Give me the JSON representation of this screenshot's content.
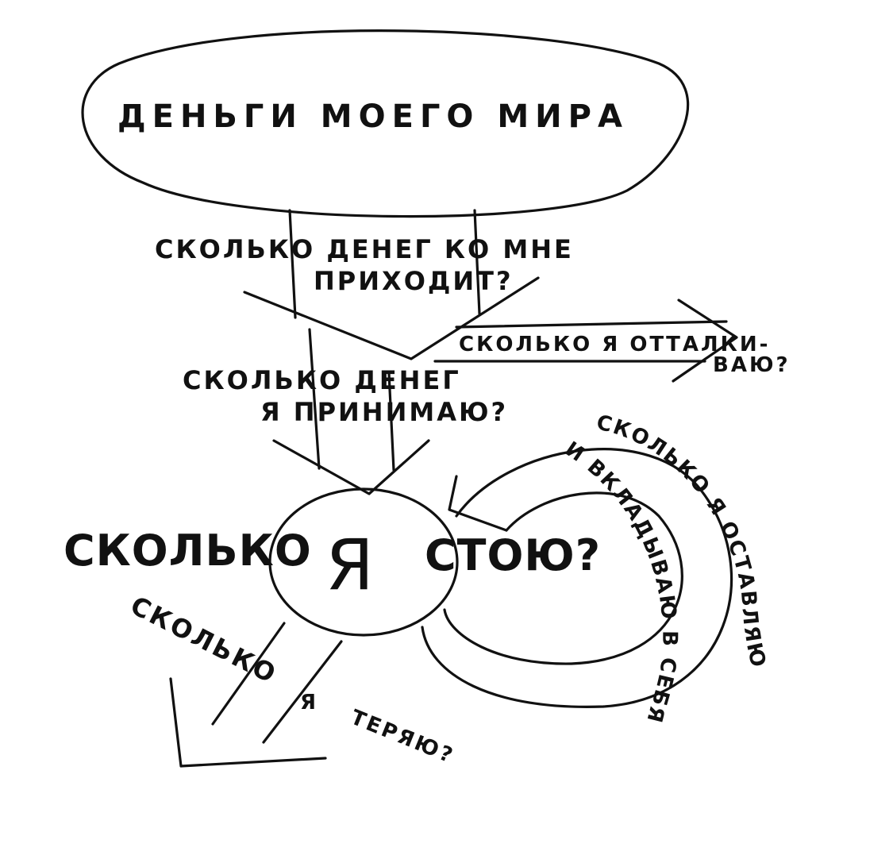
{
  "cloud": {
    "label": "ДЕНЬГИ МОЕГО МИРА"
  },
  "flow_in": {
    "line1": "СКОЛЬКО ДЕНЕГ КО МНЕ",
    "line2": "ПРИХОДИТ?"
  },
  "push_away": {
    "line1": "СКОЛЬКО Я ОТТАЛКИ-",
    "line2": "ВАЮ?"
  },
  "accept": {
    "line1": "СКОЛЬКО ДЕНЕГ",
    "line2": "Я ПРИНИМАЮ?"
  },
  "center": {
    "left": "СКОЛЬКО",
    "ya": "Я",
    "right": "СТОЮ?"
  },
  "lose": {
    "line1": "СКОЛЬКО",
    "line2": "Я",
    "line3": "ТЕРЯЮ?"
  },
  "invest": {
    "outer": "СКОЛЬКО Я ОСТАВЛЯЮ",
    "inner": "И ВКЛАДЫВАЮ В СЕБЯ?"
  }
}
